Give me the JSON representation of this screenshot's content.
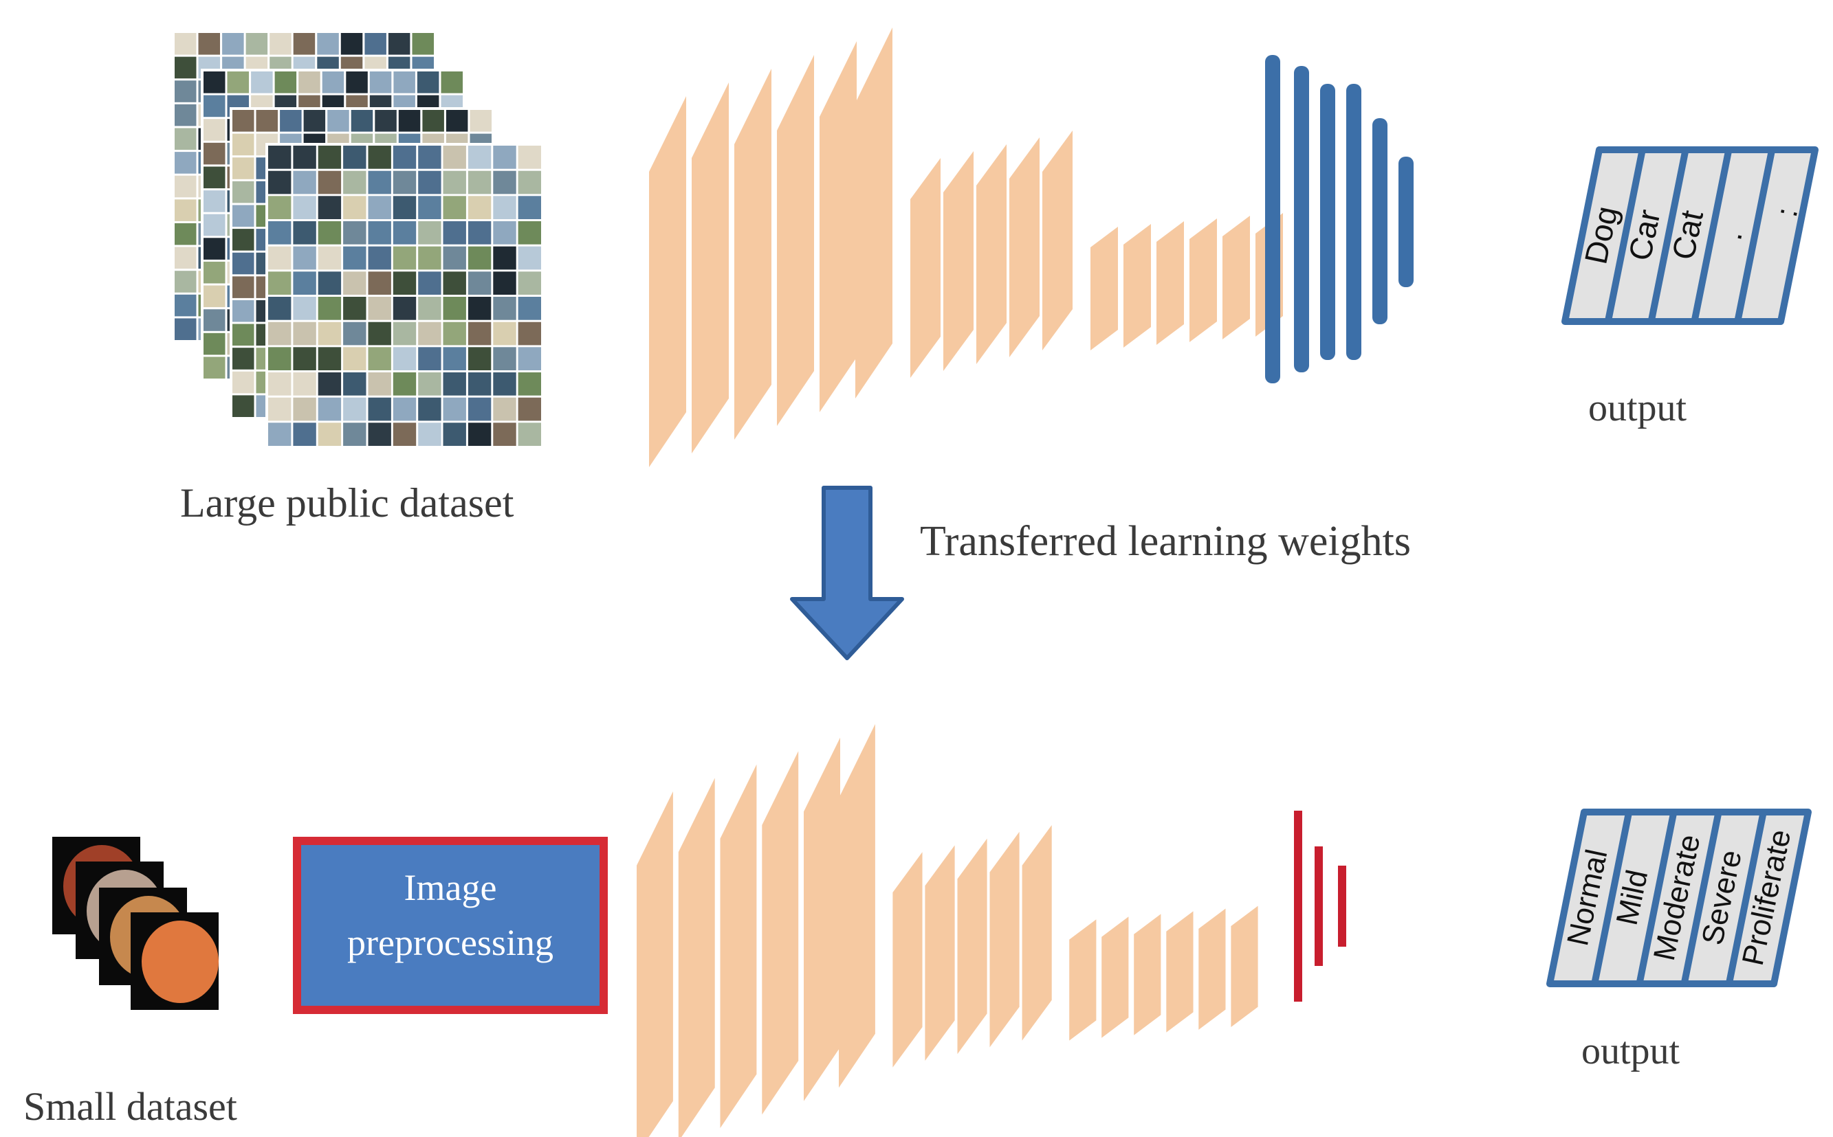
{
  "labels": {
    "large_dataset": "Large  public dataset",
    "transfer": "Transferred learning weights",
    "small_dataset": "Small dataset",
    "output_top": "output",
    "output_bottom": "output",
    "preprocessing_line1": "Image",
    "preprocessing_line2": "preprocessing"
  },
  "top_classes": [
    "Dog",
    "Car",
    "Cat",
    "."
  ],
  "bottom_classes": [
    "Normal",
    "Mild",
    "Moderate",
    "Severe",
    "Proliferate"
  ],
  "colors": {
    "layer": "#F6C9A1",
    "dense_top": "#3C6FA8",
    "dense_bottom": "#C81E2E",
    "arrow": "#4A7CC0",
    "arrow_stroke": "#2F5C97",
    "pp_fill": "#4A7CC0",
    "pp_border": "#D62B35",
    "table_border": "#3C6FA8",
    "table_fill": "#D9D9D9"
  }
}
